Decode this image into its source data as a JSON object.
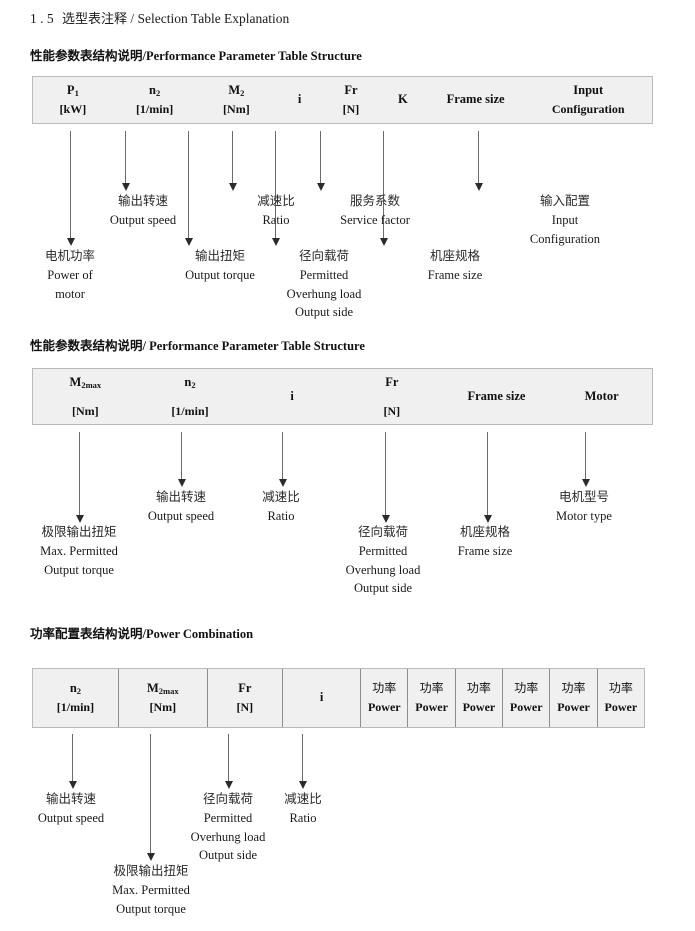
{
  "document": {
    "section_number": "1 . 5",
    "section_title_cn": "选型表注释",
    "section_title_sep": "/",
    "section_title_en": "Selection Table Explanation"
  },
  "sections": [
    {
      "id": "performance-parameter-1",
      "heading_cn": "性能参数表结构说明",
      "heading_sep": "/",
      "heading_en": "Performance Parameter Table Structure",
      "table": {
        "divided": false,
        "columns": [
          {
            "line1": "P",
            "sub1": "1",
            "line2": "[kW]"
          },
          {
            "line1": "n",
            "sub1": "2",
            "line2": "[1/min]"
          },
          {
            "line1": "M",
            "sub1": "2",
            "line2": "[Nm]"
          },
          {
            "line1": "i",
            "sub1": "",
            "line2": ""
          },
          {
            "line1": "Fr",
            "sub1": "",
            "line2": "[N]"
          },
          {
            "line1": "K",
            "sub1": "",
            "line2": ""
          },
          {
            "line1": "Frame size",
            "sub1": "",
            "line2": ""
          },
          {
            "line1": "Input",
            "sub1": "",
            "line2": "Configuration"
          }
        ]
      },
      "notes": [
        {
          "cn": "电机功率",
          "en": [
            "Power of",
            "motor"
          ]
        },
        {
          "cn": "输出转速",
          "en": [
            "Output speed"
          ]
        },
        {
          "cn": "输出扭矩",
          "en": [
            "Output torque"
          ]
        },
        {
          "cn": "减速比",
          "en": [
            "Ratio"
          ]
        },
        {
          "cn": "径向载荷",
          "en": [
            "Permitted",
            "Overhung load",
            "Output side"
          ]
        },
        {
          "cn": "服务系数",
          "en": [
            "Service factor"
          ]
        },
        {
          "cn": "机座规格",
          "en": [
            "Frame size"
          ]
        },
        {
          "cn": "输入配置",
          "en": [
            "Input",
            "Configuration"
          ]
        }
      ]
    },
    {
      "id": "performance-parameter-2",
      "heading_cn": "性能参数表结构说明",
      "heading_sep": "/",
      "heading_en": "Performance Parameter Table Structure",
      "table": {
        "divided": false,
        "columns": [
          {
            "line1": "M",
            "sub1": "2max",
            "line2": "[Nm]"
          },
          {
            "line1": "n",
            "sub1": "2",
            "line2": "[1/min]"
          },
          {
            "line1": "i",
            "sub1": "",
            "line2": ""
          },
          {
            "line1": "Fr",
            "sub1": "",
            "line2": "[N]"
          },
          {
            "line1": "Frame size",
            "sub1": "",
            "line2": ""
          },
          {
            "line1": "Motor",
            "sub1": "",
            "line2": ""
          }
        ]
      },
      "notes": [
        {
          "cn": "极限输出扭矩",
          "en": [
            "Max. Permitted",
            "Output  torque"
          ]
        },
        {
          "cn": "输出转速",
          "en": [
            "Output speed"
          ]
        },
        {
          "cn": "减速比",
          "en": [
            "Ratio"
          ]
        },
        {
          "cn": "径向载荷",
          "en": [
            "Permitted",
            "Overhung load",
            "Output side"
          ]
        },
        {
          "cn": "机座规格",
          "en": [
            "Frame size"
          ]
        },
        {
          "cn": "电机型号",
          "en": [
            "Motor type"
          ]
        }
      ]
    },
    {
      "id": "power-combination",
      "heading_cn": "功率配置表结构说明",
      "heading_sep": "/",
      "heading_en": "Power Combination",
      "table": {
        "divided": true,
        "columns": [
          {
            "line1": "n",
            "sub1": "2",
            "line2": "[1/min]"
          },
          {
            "line1": "M",
            "sub1": "2max",
            "line2": "[Nm]"
          },
          {
            "line1": "Fr",
            "sub1": "",
            "line2": "[N]"
          },
          {
            "line1": "i",
            "sub1": "",
            "line2": ""
          },
          {
            "line1_cn": "功率",
            "line2": "Power"
          },
          {
            "line1_cn": "功率",
            "line2": "Power"
          },
          {
            "line1_cn": "功率",
            "line2": "Power"
          },
          {
            "line1_cn": "功率",
            "line2": "Power"
          },
          {
            "line1_cn": "功率",
            "line2": "Power"
          },
          {
            "line1_cn": "功率",
            "line2": "Power"
          }
        ]
      },
      "notes": [
        {
          "cn": "输出转速",
          "en": [
            "Output speed"
          ]
        },
        {
          "cn": "极限输出扭矩",
          "en": [
            "Max. Permitted",
            "Output  torque"
          ]
        },
        {
          "cn": "径向载荷",
          "en": [
            "Permitted",
            "Overhung load",
            "Output side"
          ]
        },
        {
          "cn": "减速比",
          "en": [
            "Ratio"
          ]
        }
      ]
    }
  ]
}
